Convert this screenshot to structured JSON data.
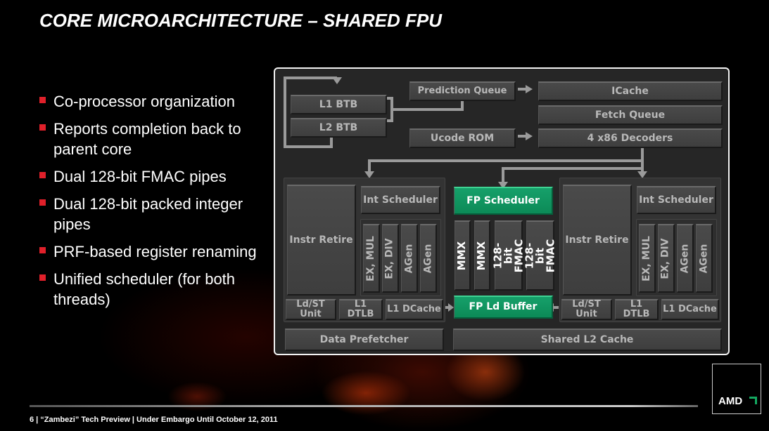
{
  "title": "CORE MICROARCHITECTURE – SHARED FPU",
  "bullets": [
    "Co-processor organization",
    "Reports completion back to parent core",
    "Dual 128-bit FMAC pipes",
    "Dual 128-bit packed integer pipes",
    "PRF-based register renaming",
    "Unified scheduler (for both threads)"
  ],
  "diagram": {
    "frontend": {
      "l1_btb": "L1 BTB",
      "l2_btb": "L2 BTB",
      "prediction_queue": "Prediction Queue",
      "ucode_rom": "Ucode ROM",
      "icache": "ICache",
      "fetch_queue": "Fetch Queue",
      "decoders": "4 x86 Decoders"
    },
    "int_core_left": {
      "instr_retire": "Instr Retire",
      "int_scheduler": "Int Scheduler",
      "pipes": [
        "EX, MUL",
        "EX, DIV",
        "AGen",
        "AGen"
      ],
      "ld_st_unit": "Ld/ST Unit",
      "l1_dtlb": "L1 DTLB",
      "l1_dcache": "L1 DCache"
    },
    "fpu": {
      "fp_scheduler": "FP Scheduler",
      "pipes": [
        "MMX",
        "MMX",
        "128-bit FMAC",
        "128-bit FMAC"
      ],
      "fp_ld_buffer": "FP Ld Buffer"
    },
    "int_core_right": {
      "instr_retire": "Instr Retire",
      "int_scheduler": "Int Scheduler",
      "pipes": [
        "EX, MUL",
        "EX, DIV",
        "AGen",
        "AGen"
      ],
      "ld_st_unit": "Ld/ST Unit",
      "l1_dtlb": "L1 DTLB",
      "l1_dcache": "L1 DCache"
    },
    "data_prefetcher": "Data Prefetcher",
    "shared_l2": "Shared L2 Cache",
    "colors": {
      "fpu_green": "#0f9460",
      "bullet_red": "#e0202a",
      "block_gray": "#444444"
    }
  },
  "footer": "6 | “Zambezi” Tech Preview | Under Embargo Until October 12, 2011",
  "logo": "AMD"
}
